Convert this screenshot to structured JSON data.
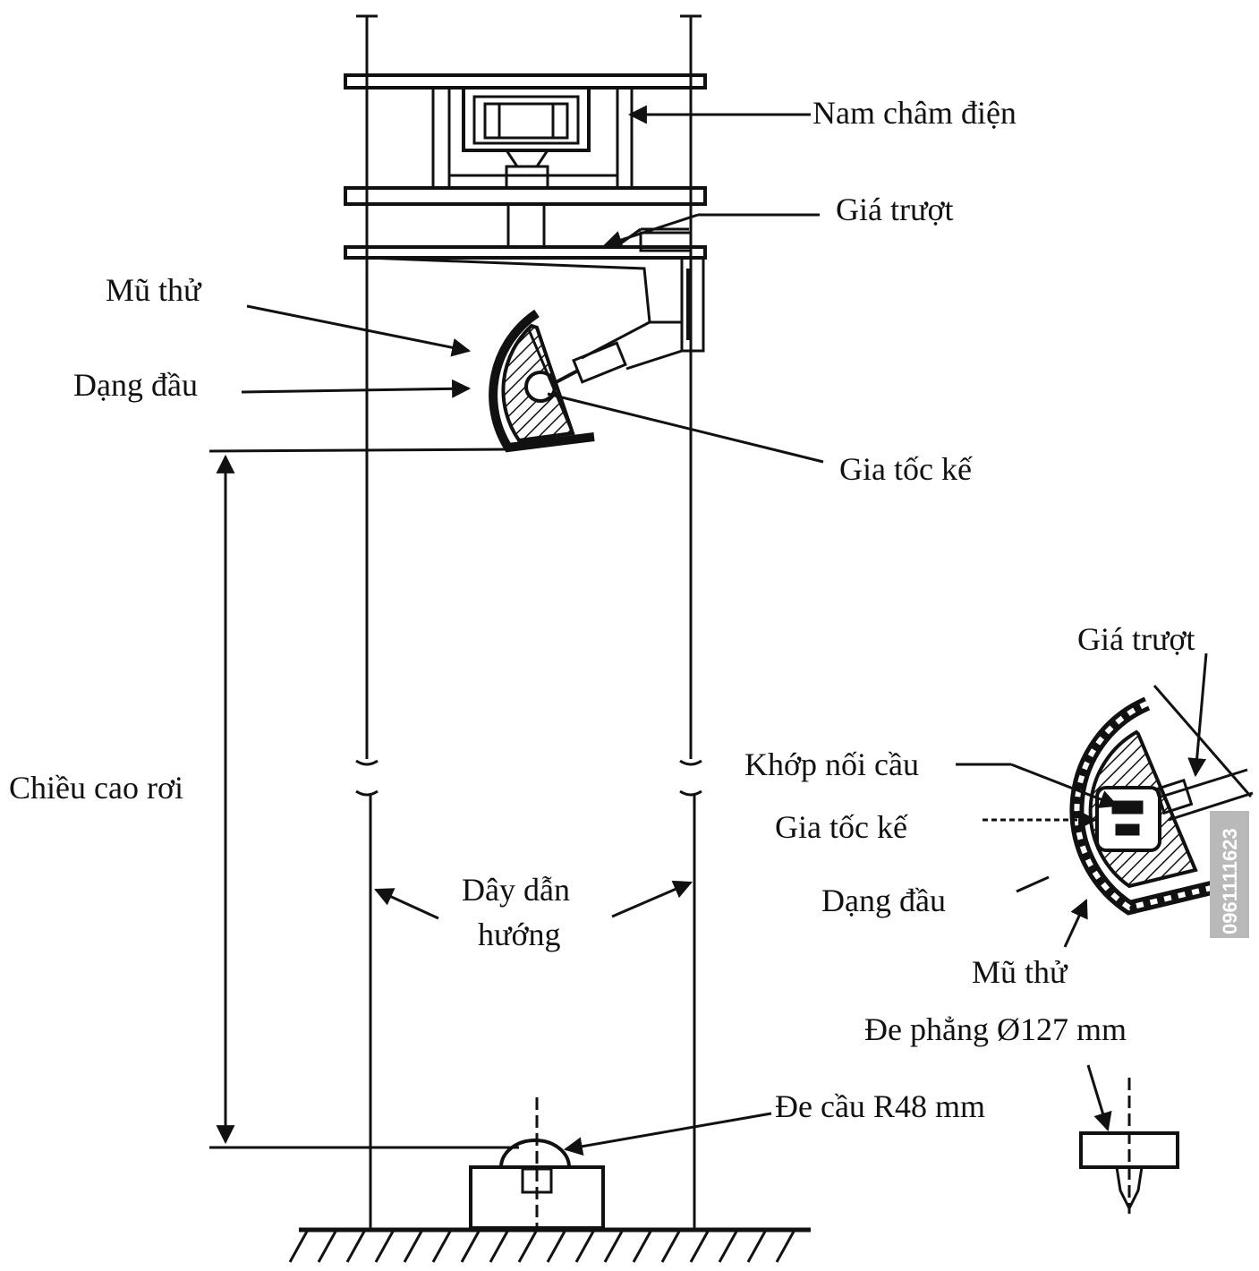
{
  "labels": {
    "nam_cham_dien": "Nam châm điện",
    "gia_truot_top": "Giá trượt",
    "mu_thu_main": "Mũ thử",
    "dang_dau_main": "Dạng đầu",
    "gia_toc_ke_main": "Gia tốc kế",
    "chieu_cao_roi": "Chiều cao rơi",
    "day_dan_huong_1": "Dây dẫn",
    "day_dan_huong_2": "hướng",
    "gia_truot_detail": "Giá trượt",
    "khop_noi_cau": "Khớp nối cầu",
    "gia_toc_ke_detail": "Gia tốc kế",
    "dang_dau_detail": "Dạng đầu",
    "mu_thu_detail": "Mũ thử",
    "de_phang": "Đe phẳng Ø127 mm",
    "de_cau": "Đe cầu R48 mm"
  },
  "watermark": "0961111623",
  "colors": {
    "ink": "#111111",
    "watermark_bg": "#b9b9b9"
  }
}
